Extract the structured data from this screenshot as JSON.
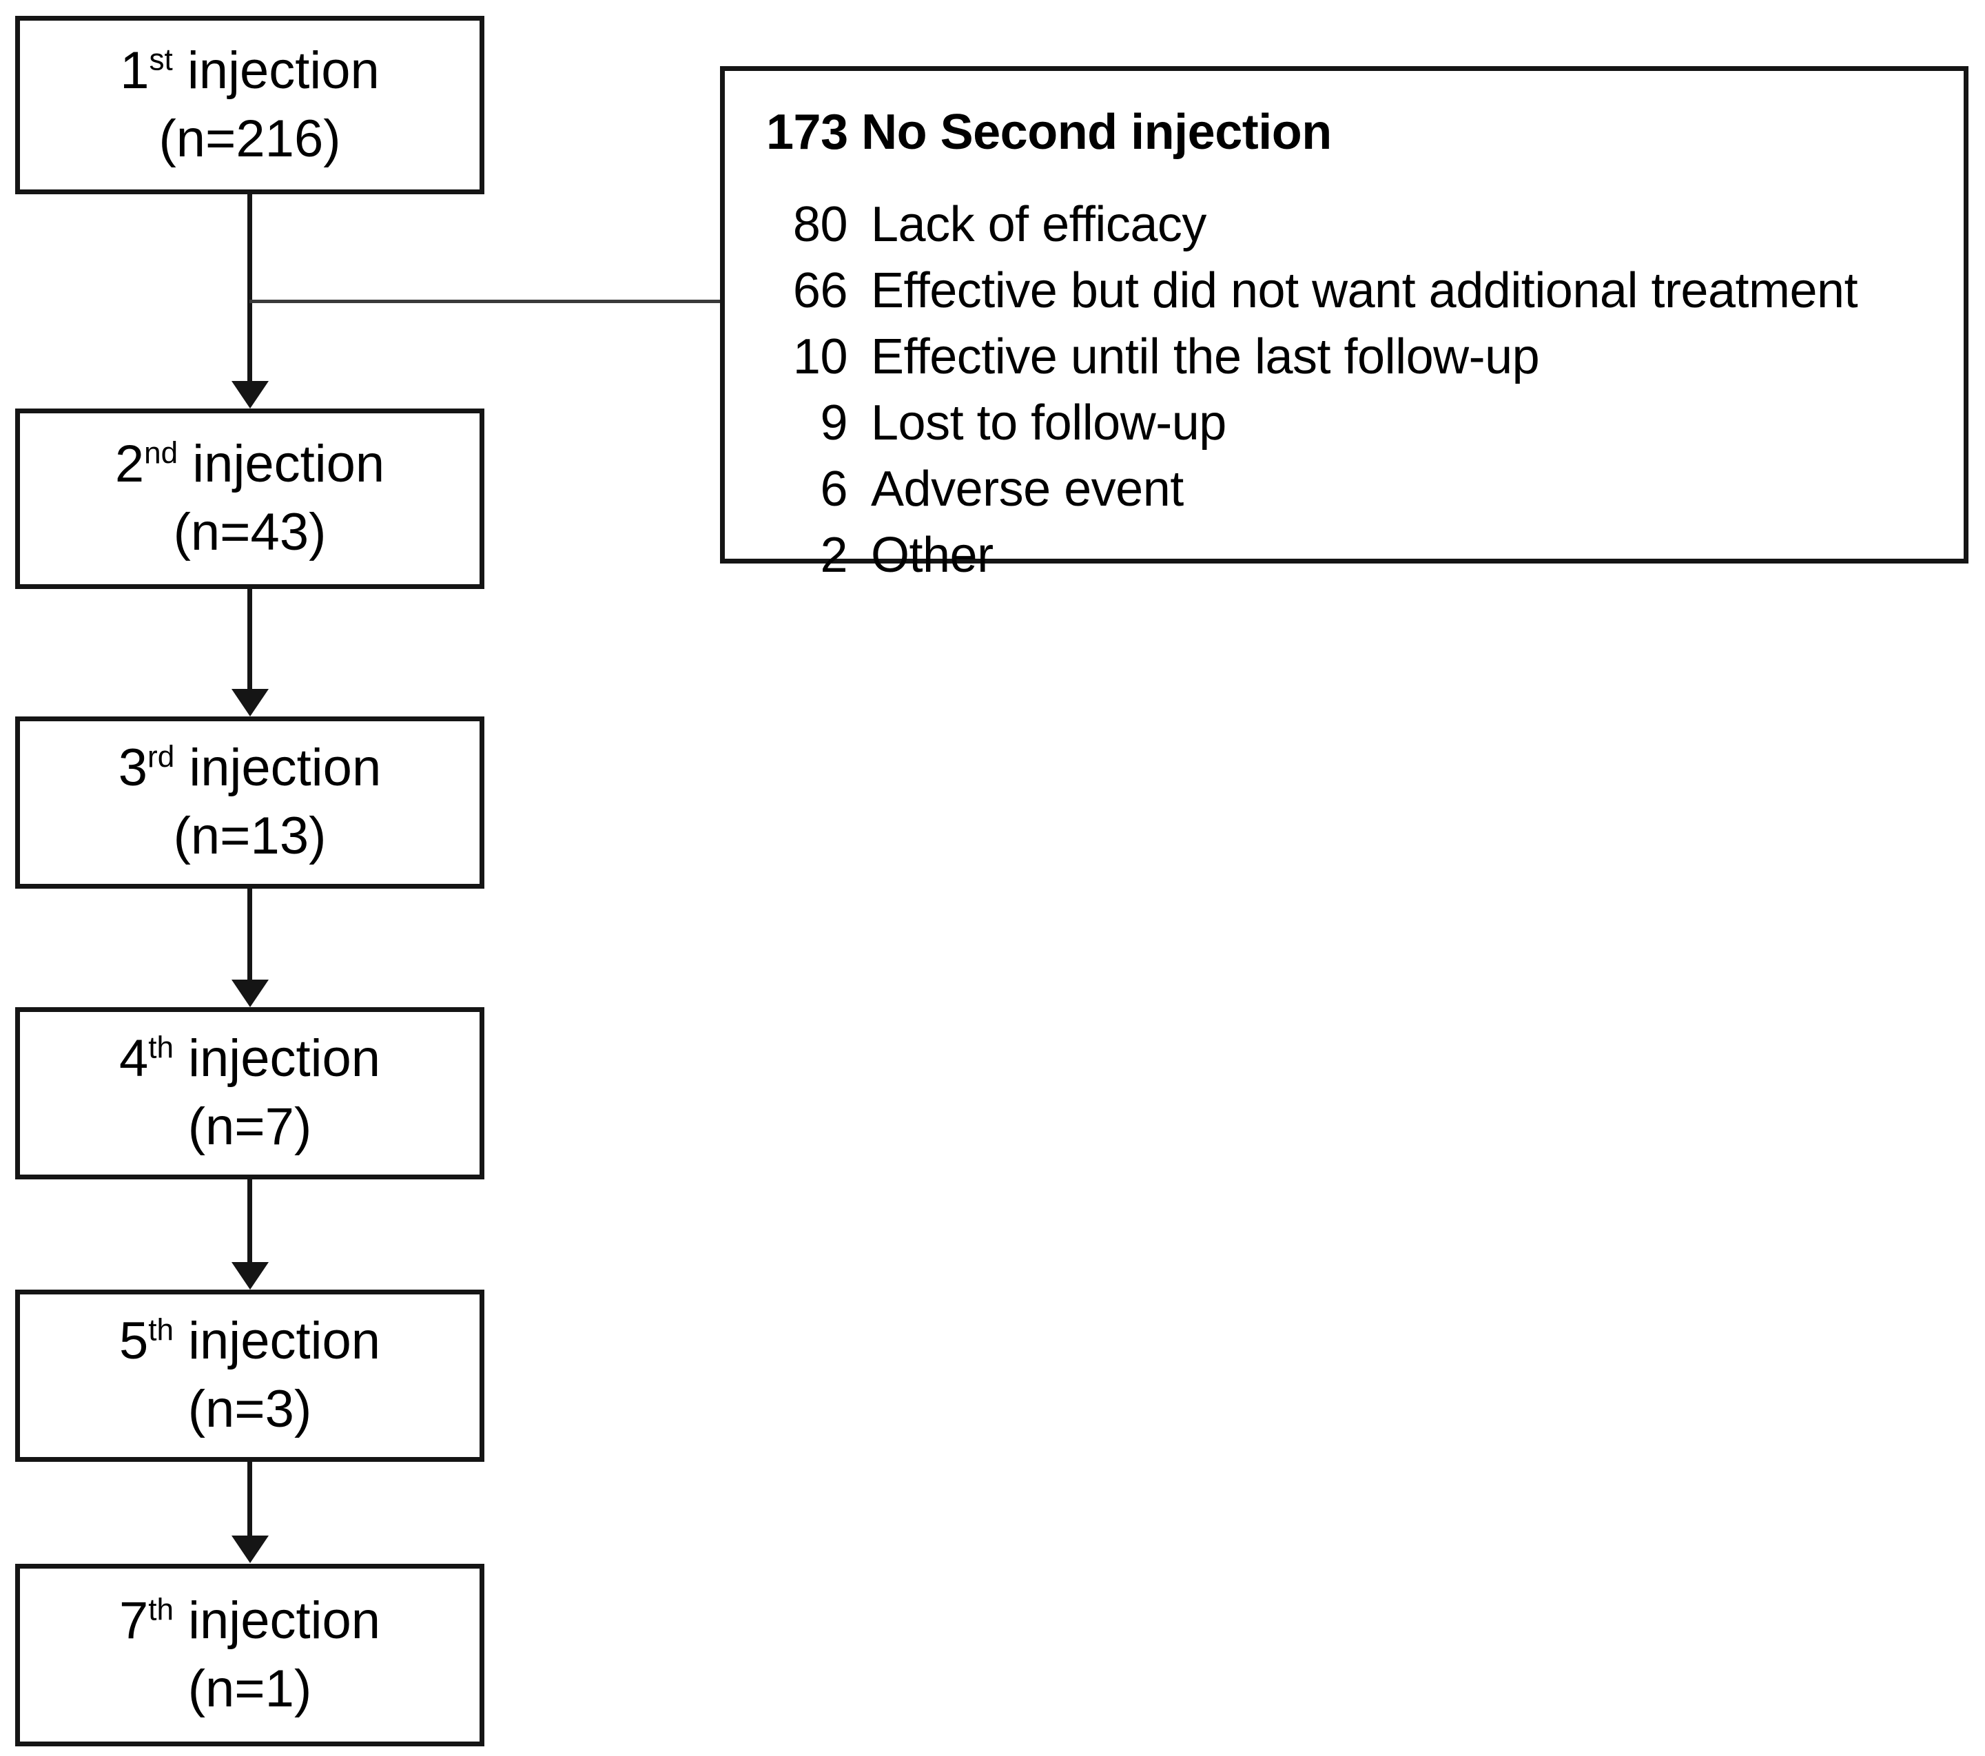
{
  "diagram": {
    "title": "Injection treatment flow",
    "type": "flowchart",
    "colors": {
      "stroke": "#151515",
      "connector": "#3a3a3a",
      "background": "#ffffff",
      "text": "#000000"
    }
  },
  "flow": {
    "steps": [
      {
        "ordinal_number": "1",
        "ordinal_suffix": "st",
        "label": "injection",
        "count_label": "(n=216)",
        "n": 216
      },
      {
        "ordinal_number": "2",
        "ordinal_suffix": "nd",
        "label": "injection",
        "count_label": "(n=43)",
        "n": 43
      },
      {
        "ordinal_number": "3",
        "ordinal_suffix": "rd",
        "label": "injection",
        "count_label": "(n=13)",
        "n": 13
      },
      {
        "ordinal_number": "4",
        "ordinal_suffix": "th",
        "label": "injection",
        "count_label": "(n=7)",
        "n": 7
      },
      {
        "ordinal_number": "5",
        "ordinal_suffix": "th",
        "label": "injection",
        "count_label": "(n=3)",
        "n": 3
      },
      {
        "ordinal_number": "7",
        "ordinal_suffix": "th",
        "label": "injection",
        "count_label": "(n=1)",
        "n": 1
      }
    ]
  },
  "dropout": {
    "title": "173 No Second injection",
    "total": 173,
    "reasons": [
      {
        "count": "80",
        "label": "Lack of efficacy"
      },
      {
        "count": "66",
        "label": "Effective but did not want additional treatment"
      },
      {
        "count": "10",
        "label": "Effective until the last follow-up"
      },
      {
        "count": "9",
        "label": "Lost to follow-up"
      },
      {
        "count": "6",
        "label": "Adverse event"
      },
      {
        "count": "2",
        "label": "Other"
      }
    ]
  },
  "chart_data": {
    "type": "flowchart",
    "title": "Injection treatment flow",
    "nodes": [
      {
        "id": "inj1",
        "text": "1st injection (n=216)",
        "value": 216
      },
      {
        "id": "inj2",
        "text": "2nd injection (n=43)",
        "value": 43
      },
      {
        "id": "inj3",
        "text": "3rd injection (n=13)",
        "value": 13
      },
      {
        "id": "inj4",
        "text": "4th injection (n=7)",
        "value": 7
      },
      {
        "id": "inj5",
        "text": "5th injection (n=3)",
        "value": 3
      },
      {
        "id": "inj7",
        "text": "7th injection (n=1)",
        "value": 1
      },
      {
        "id": "dropout",
        "text": "173 No Second injection",
        "value": 173
      }
    ],
    "edges": [
      {
        "from": "inj1",
        "to": "inj2"
      },
      {
        "from": "inj1",
        "to": "dropout"
      },
      {
        "from": "inj2",
        "to": "inj3"
      },
      {
        "from": "inj3",
        "to": "inj4"
      },
      {
        "from": "inj4",
        "to": "inj5"
      },
      {
        "from": "inj5",
        "to": "inj7"
      }
    ],
    "dropout_breakdown": {
      "categories": [
        "Lack of efficacy",
        "Effective but did not want additional treatment",
        "Effective until the last follow-up",
        "Lost to follow-up",
        "Adverse event",
        "Other"
      ],
      "values": [
        80,
        66,
        10,
        9,
        6,
        2
      ]
    }
  }
}
